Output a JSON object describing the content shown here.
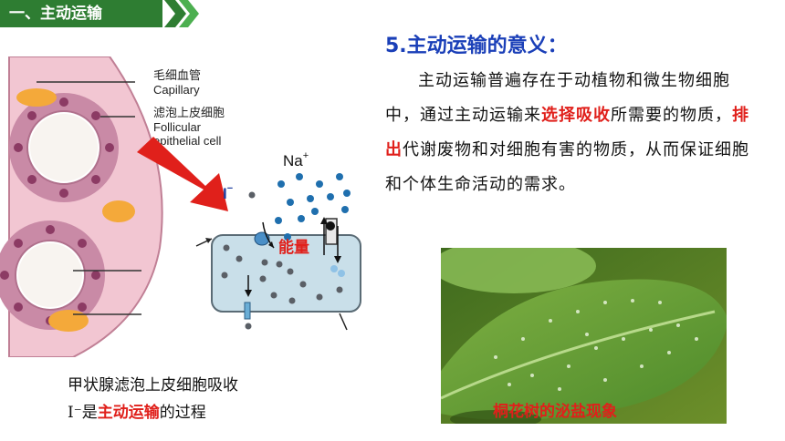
{
  "header": {
    "section_label": "一、主动运输"
  },
  "title": "5.主动运输的意义：",
  "paragraph": {
    "p1": "主动运输普遍存在于动植物和微生物细胞中，通过主动运输来",
    "h1": "选择吸收",
    "p2": "所需要的物质，",
    "h2": "排出",
    "p3": "代谢废物和对细胞有害的物质，从而保证细胞和个体生命活动的需求。"
  },
  "diagram": {
    "label_capillary_cn": "毛细血管",
    "label_capillary_en": "Capillary",
    "label_epithelial_cn": "滤泡上皮细胞",
    "label_epithelial_en1": "Follicular",
    "label_epithelial_en2": "epithelial cell",
    "na_label": "Na",
    "na_sup": "+",
    "iodide_label": "I",
    "iodide_sup": "−",
    "energy_label": "能量"
  },
  "caption": {
    "line1": "甲状腺滤泡上皮细胞吸收",
    "line2_prefix": "I⁻是",
    "line2_highlight": "主动运输",
    "line2_suffix": "的过程"
  },
  "photo": {
    "caption": "桐花树的泌盐现象"
  },
  "colors": {
    "accent_green": "#2e7d32",
    "title_blue": "#1a3fb8",
    "highlight_red": "#e0201b"
  }
}
